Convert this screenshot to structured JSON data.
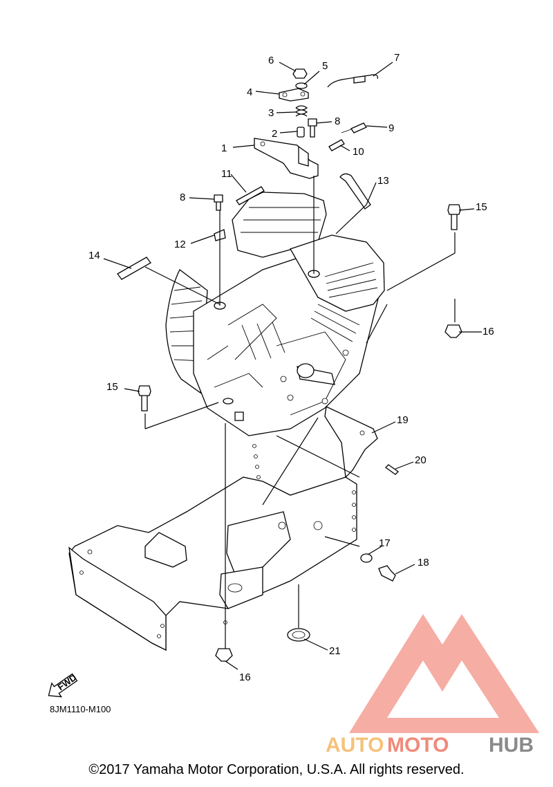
{
  "diagram": {
    "callouts": [
      "1",
      "2",
      "3",
      "4",
      "5",
      "6",
      "7",
      "8",
      "8",
      "9",
      "10",
      "11",
      "12",
      "13",
      "14",
      "15",
      "15",
      "16",
      "16",
      "17",
      "18",
      "19",
      "20",
      "21"
    ],
    "fwd_label": "FWD",
    "code": "8JM1110-M100"
  },
  "watermark": {
    "auto": "AUTO",
    "moto": "MOTO",
    "hub": "HUB",
    "colors": {
      "auto": "#f5c27a",
      "moto": "#f08a7a",
      "hub": "#8a8a8a",
      "triangle": "#f4a49a"
    }
  },
  "footer": {
    "copyright": "©2017 Yamaha Motor Corporation, U.S.A. All rights reserved."
  }
}
